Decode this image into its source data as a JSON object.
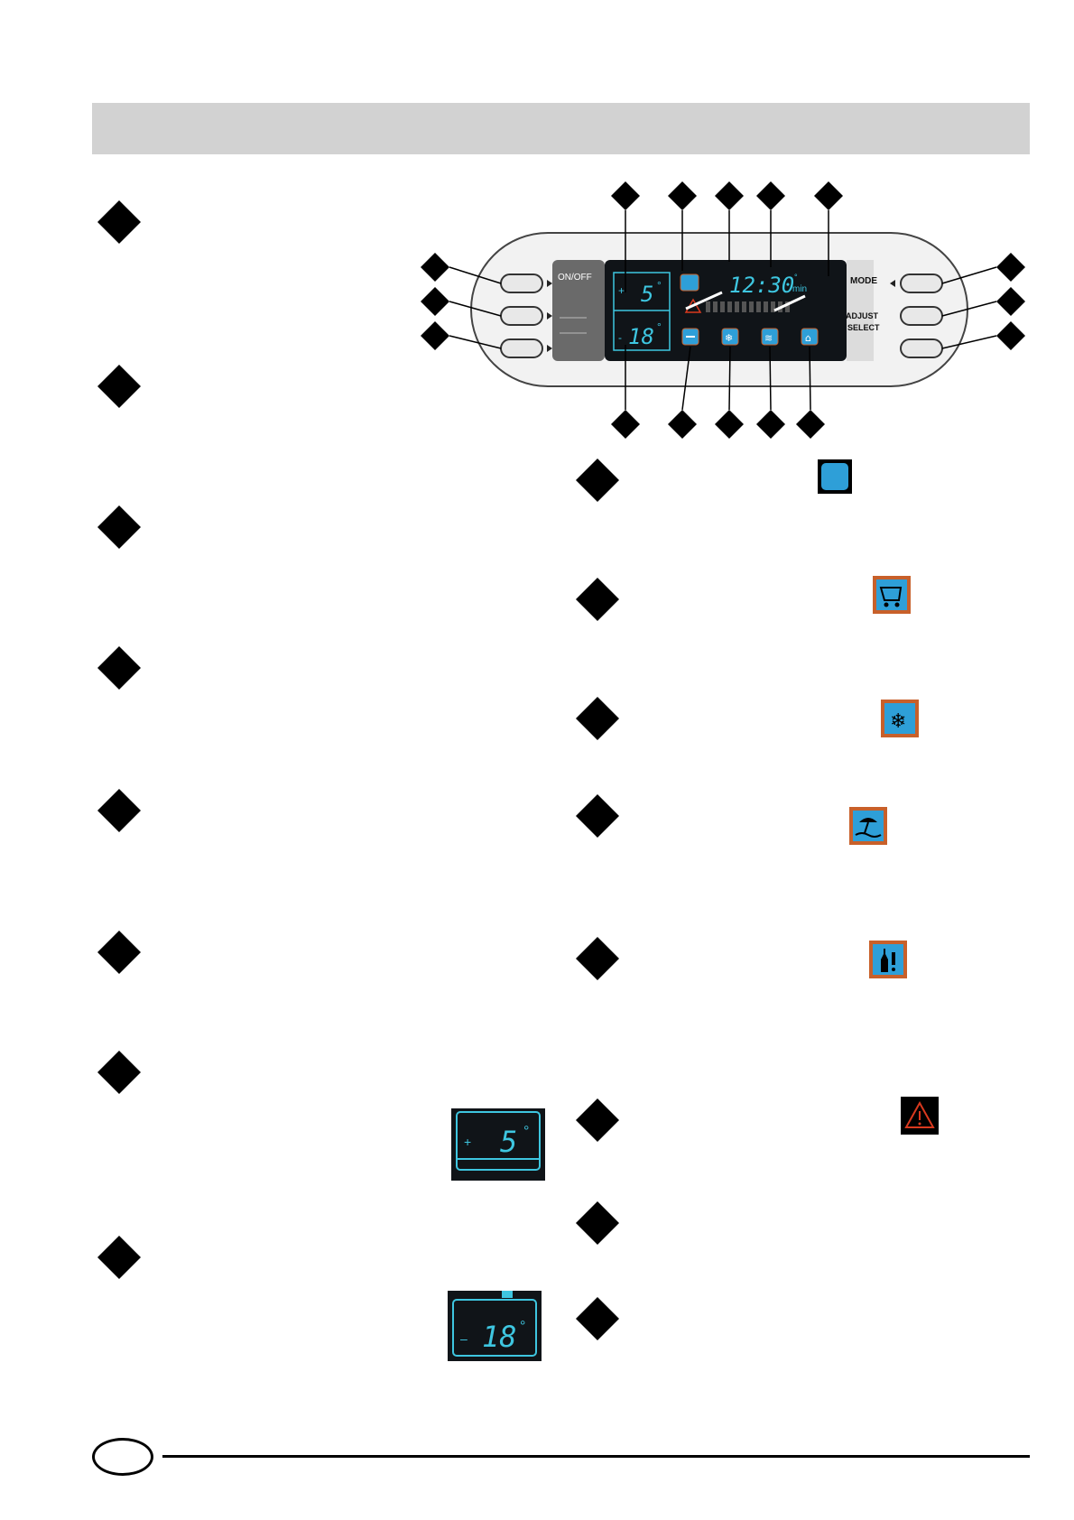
{
  "panel": {
    "left_labels": {
      "on_off": "ON/OFF"
    },
    "right_labels": {
      "mode": "MODE",
      "adjust": "ADJUST",
      "select": "SELECT"
    },
    "fridge_display": {
      "sign": "+",
      "value": "5",
      "unit": "°"
    },
    "freezer_display": {
      "sign": "-",
      "value": "18",
      "unit": "°"
    },
    "clock": {
      "time": "12:30",
      "unit_top": "°",
      "unit_bottom": "min"
    },
    "icon_names": [
      "fridge-icon",
      "shopping-cart-icon",
      "snowflake-icon",
      "holiday-icon",
      "bottle-icon",
      "alarm-triangle-icon"
    ]
  },
  "thumbnails": {
    "fridge": {
      "sign": "+",
      "value": "5",
      "unit": "°"
    },
    "freezer": {
      "sign": "–",
      "value": "18",
      "unit": "°"
    }
  },
  "colors": {
    "header_bar": "#d2d2d2",
    "lcd_cyan": "#3ec6e0",
    "icon_blue": "#2e9fd8",
    "icon_orange_border": "#c8602a",
    "alarm_red": "#d9391e"
  }
}
